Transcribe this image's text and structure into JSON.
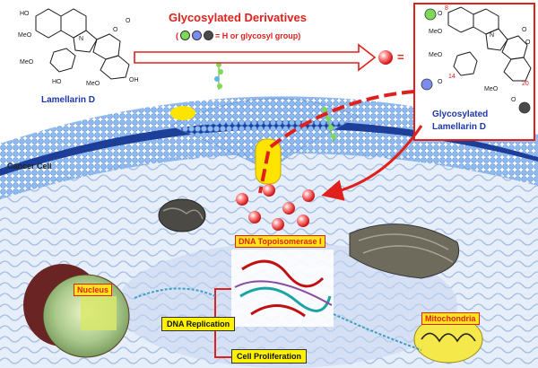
{
  "title": "Glycosylated Derivatives",
  "legend": {
    "open_paren": "(",
    "definition": "= H or glycosyl group)",
    "dot_colors": [
      "#7ed957",
      "#7b8cf0",
      "#4a4a4a"
    ]
  },
  "equals_sign": "=",
  "parent_compound": {
    "name": "Lamellarin D",
    "labels": [
      "HO",
      "MeO",
      "N",
      "O",
      "O",
      "MeO",
      "HO",
      "MeO",
      "OH"
    ]
  },
  "derivative": {
    "name_line1": "Glycosylated",
    "name_line2": "Lamellarin D",
    "labels": [
      "O",
      "8",
      "MeO",
      "N",
      "O",
      "O",
      "MeO",
      "O",
      "14",
      "MeO",
      "20",
      "O"
    ]
  },
  "cell": {
    "label": "Cancer Cell",
    "nucleus": "Nucleus",
    "mitochondria": "Mitochondria",
    "target": "DNA Topoisomerase I",
    "process_1": "DNA Replication",
    "process_2": "Cell Proliferation"
  },
  "colors": {
    "accent_red": "#e0201b",
    "blue_text": "#1f37a8",
    "highlight_yellow": "#ffe619",
    "membrane_blue": "#7aaef0",
    "cytoplasm_blue": "#dfeaf8"
  }
}
